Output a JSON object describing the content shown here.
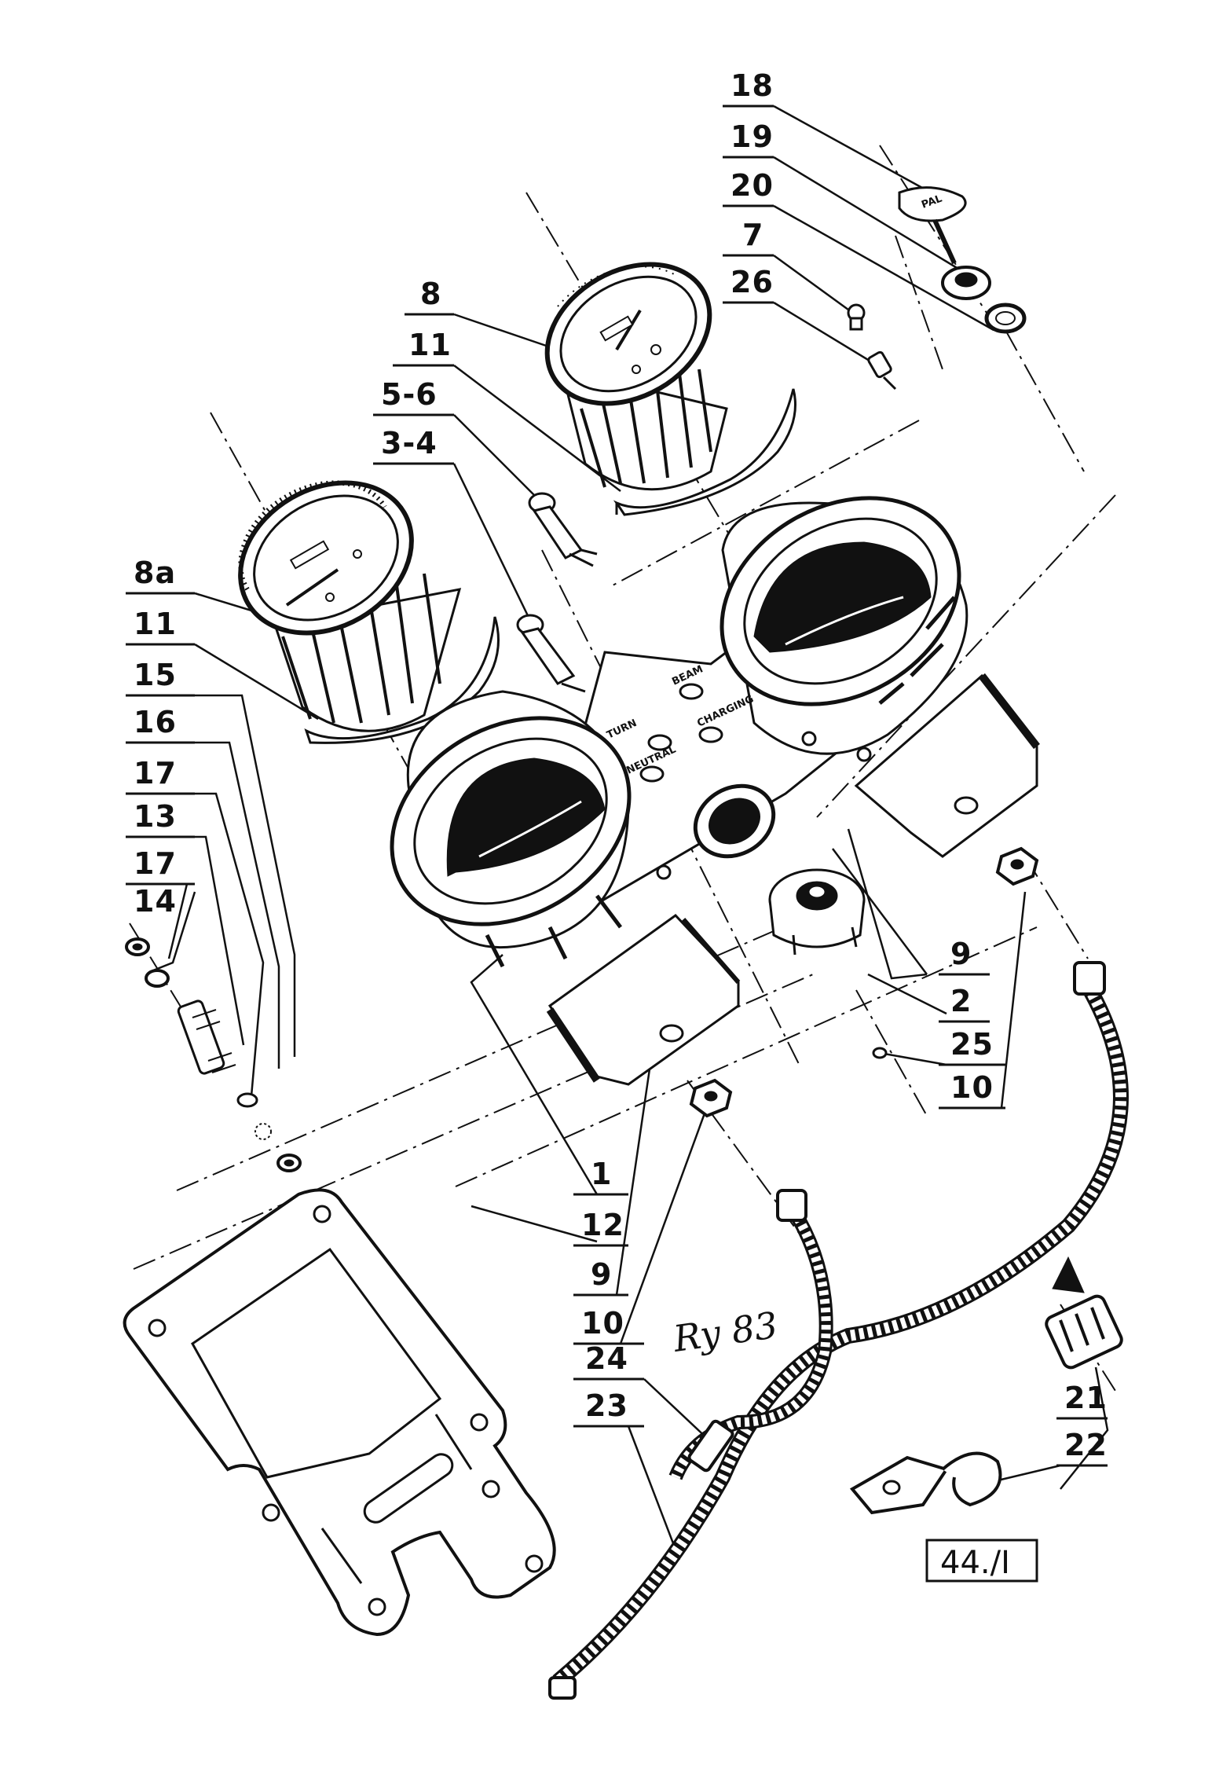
{
  "callouts": {
    "c18": "18",
    "c19": "19",
    "c20": "20",
    "c7": "7",
    "c26": "26",
    "c8": "8",
    "c11_top": "11",
    "c5_6": "5-6",
    "c3_4": "3-4",
    "c8a": "8a",
    "c11_left": "11",
    "c15": "15",
    "c16": "16",
    "c17_a": "17",
    "c13": "13",
    "c17_b": "17",
    "c14": "14",
    "c9_right": "9",
    "c2": "2",
    "c25": "25",
    "c10_right": "10",
    "c1": "1",
    "c12": "12",
    "c9_bottom": "9",
    "c10_bottom": "10",
    "c24": "24",
    "c23": "23",
    "c21": "21",
    "c22": "22"
  },
  "indicator_labels": {
    "beam": "BEAM",
    "turn": "TURN",
    "neutral": "NEUTRAL",
    "charging": "CHARGING"
  },
  "key_tag": "PAL",
  "figure_number": "44./I",
  "signature": "Ry 83",
  "colors": {
    "ink": "#111111",
    "paper": "#ffffff"
  }
}
